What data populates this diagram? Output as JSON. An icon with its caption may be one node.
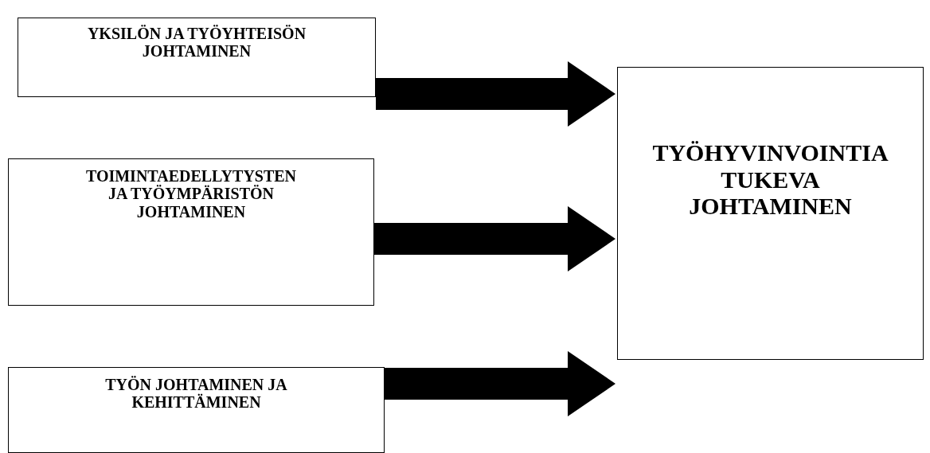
{
  "diagram": {
    "nodes": [
      {
        "text": [
          "YKSILÖN JA TYÖYHTEISÖN JOHTAMINEN"
        ]
      },
      {
        "text": [
          "TOIMINTAEDELLYTYSTEN JA TYÖYMPÄRISTÖN JOHTAMINEN"
        ]
      },
      {
        "text": [
          "TYÖN JOHTAMINEN JA KEHITTÄMINEN"
        ]
      },
      {
        "text": [
          "TYÖHYVINVOINTIA TUKEVA JOHTAMINEN"
        ]
      }
    ],
    "edges": [
      {
        "from": 0,
        "to": 3,
        "arrow": "to"
      },
      {
        "from": 1,
        "to": 3,
        "arrow": "to"
      },
      {
        "from": 2,
        "to": 3,
        "arrow": "to"
      }
    ]
  }
}
